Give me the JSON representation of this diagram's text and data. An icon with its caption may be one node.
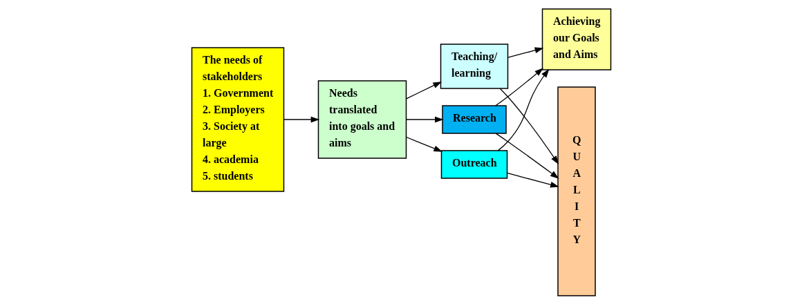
{
  "diagram": {
    "nodes": [
      {
        "text": [
          "The needs of stakeholders",
          "1. Government",
          "2. Employers",
          "3. Society at large",
          "4. academia",
          "5. students"
        ]
      },
      {
        "text": [
          "Needs translated into goals and aims"
        ]
      },
      {
        "text": [
          "Teaching/ learning"
        ]
      },
      {
        "text": [
          "Research"
        ]
      },
      {
        "text": [
          "Outreach"
        ]
      },
      {
        "text": [
          "Achieving our Goals and Aims"
        ]
      },
      {
        "text": [
          "QUALITY"
        ]
      }
    ],
    "edges": [
      {
        "from": 0,
        "to": 1,
        "arrow": "to"
      },
      {
        "from": 1,
        "to": 2,
        "arrow": "to"
      },
      {
        "from": 1,
        "to": 3,
        "arrow": "to"
      },
      {
        "from": 1,
        "to": 4,
        "arrow": "to"
      },
      {
        "from": 2,
        "to": 6,
        "arrow": "to"
      },
      {
        "from": 2,
        "to": 5,
        "arrow": "to"
      },
      {
        "from": 3,
        "to": 5,
        "arrow": "to"
      },
      {
        "from": 3,
        "to": 6,
        "arrow": "to"
      },
      {
        "from": 4,
        "to": 5,
        "arrow": "to"
      },
      {
        "from": 4,
        "to": 6,
        "arrow": "to"
      }
    ]
  }
}
